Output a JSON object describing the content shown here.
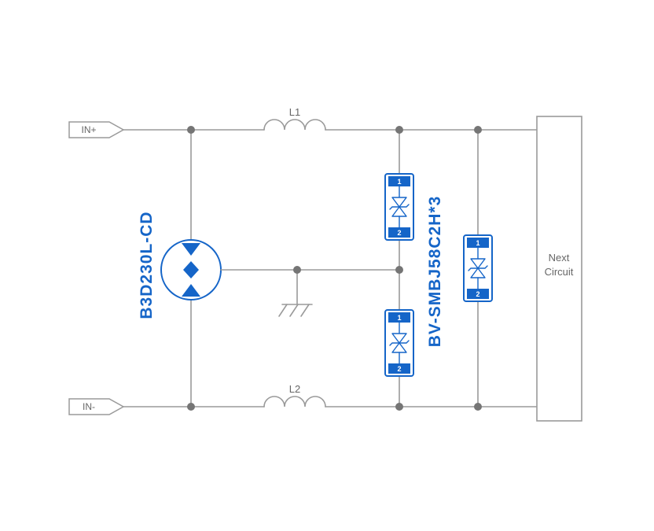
{
  "colors": {
    "wire": "#9a9a9a",
    "junction": "#757575",
    "component_blue": "#1565c8",
    "label_gray": "#666666",
    "background": "#ffffff"
  },
  "terminals": {
    "in_plus": "IN+",
    "in_minus": "IN-"
  },
  "inductors": {
    "l1": "L1",
    "l2": "L2"
  },
  "components": {
    "gdt_label": "B3D230L-CD",
    "tvs_label": "BV-SMBJ58C2H*3"
  },
  "pins": {
    "p1": "1",
    "p2": "2"
  },
  "next_circuit": {
    "line1": "Next",
    "line2": "Circuit"
  }
}
